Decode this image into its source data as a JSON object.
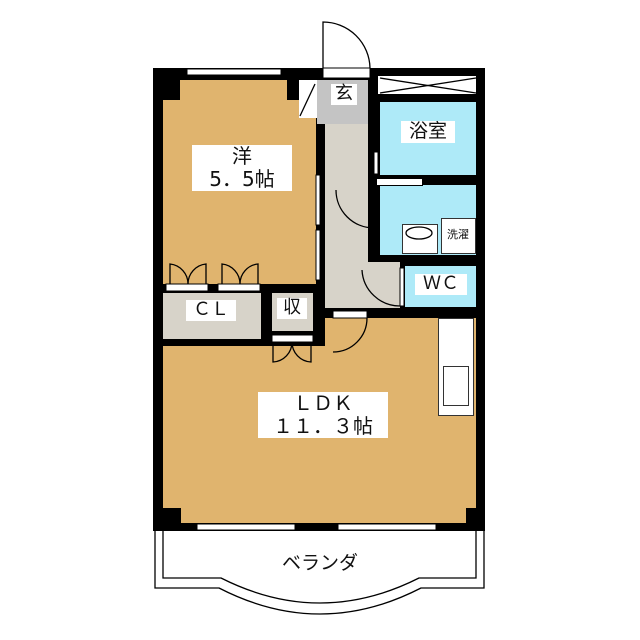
{
  "rooms": {
    "western": {
      "name": "洋",
      "size": "5．5帖"
    },
    "ldk": {
      "name": "ＬＤＫ",
      "size": "１１．３帖"
    },
    "entrance": "玄",
    "bath": "浴室",
    "washer": "洗濯",
    "wc": "ＷＣ",
    "closet": "ＣＬ",
    "storage": "収",
    "balcony": "ベランダ"
  },
  "colors": {
    "living": "#e0b46e",
    "wet": "#aeeaf8",
    "utility": "#d7d3c9",
    "wall": "#000000"
  }
}
